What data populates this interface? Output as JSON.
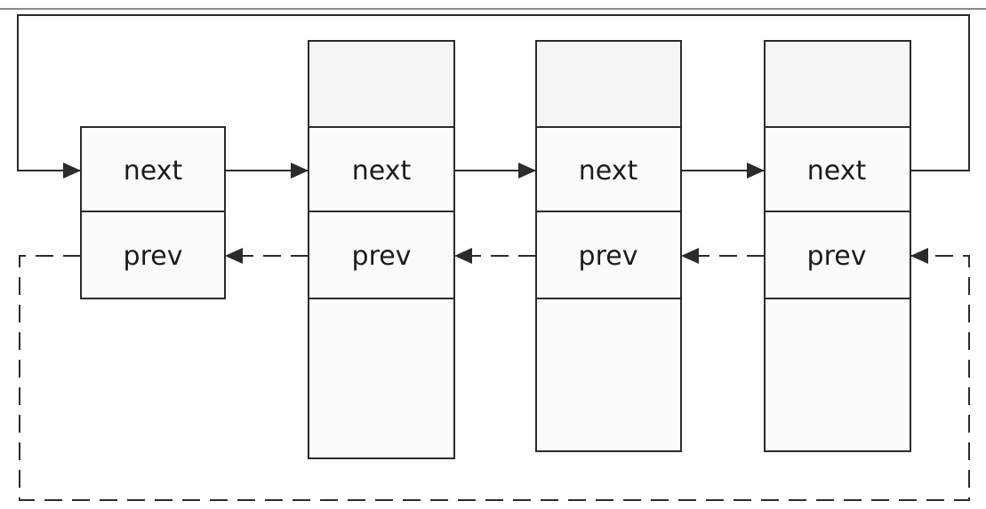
{
  "diagram": {
    "nodes": [
      {
        "id": "node-1",
        "next_label": "next",
        "prev_label": "prev"
      },
      {
        "id": "node-2",
        "next_label": "next",
        "prev_label": "prev"
      },
      {
        "id": "node-3",
        "next_label": "next",
        "prev_label": "prev"
      },
      {
        "id": "node-4",
        "next_label": "next",
        "prev_label": "prev"
      }
    ],
    "next_links": [
      {
        "from": "node-1",
        "to": "node-2",
        "style": "solid"
      },
      {
        "from": "node-2",
        "to": "node-3",
        "style": "solid"
      },
      {
        "from": "node-3",
        "to": "node-4",
        "style": "solid"
      },
      {
        "from": "node-4",
        "to": "node-1",
        "style": "solid",
        "route": "wrap-over-top"
      }
    ],
    "prev_links": [
      {
        "from": "node-2",
        "to": "node-1",
        "style": "dashed"
      },
      {
        "from": "node-3",
        "to": "node-2",
        "style": "dashed"
      },
      {
        "from": "node-4",
        "to": "node-3",
        "style": "dashed"
      },
      {
        "from": "node-1",
        "to": "node-4",
        "style": "dashed",
        "route": "wrap-under-bottom"
      }
    ],
    "colors": {
      "stroke": "#2b2b2b",
      "fill": "#fbfbfb",
      "text": "#1c1c1c"
    }
  }
}
